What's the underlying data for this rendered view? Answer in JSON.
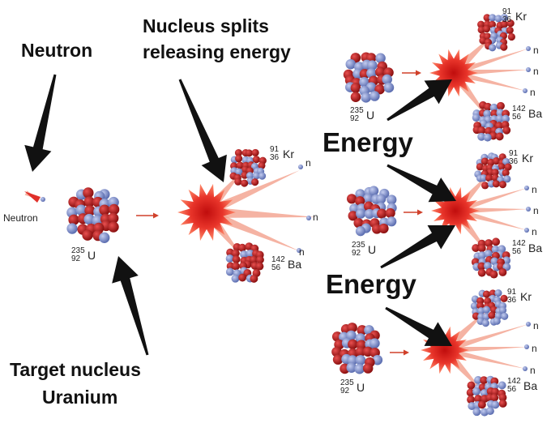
{
  "labels": {
    "neutron_callout": "Neutron",
    "splits_line1": "Nucleus splits",
    "splits_line2": "releasing energy",
    "target_line1": "Target nucleus",
    "target_line2": "Uranium",
    "energy_1": "Energy",
    "energy_2": "Energy",
    "neutron_small": "Neutron",
    "neutron_symbol": "n"
  },
  "isotopes": {
    "uranium": {
      "mass": "235",
      "number": "92",
      "symbol": "U"
    },
    "krypton": {
      "mass": "91",
      "number": "36",
      "symbol": "Kr"
    },
    "barium": {
      "mass": "142",
      "number": "56",
      "symbol": "Ba"
    }
  },
  "colors": {
    "proton": "#b01e1e",
    "neutron_particle": "#7e8fc9",
    "burst_core": "#d81818",
    "burst_edge": "#ff7a5c",
    "ray": "#f4a08a",
    "arrow": "#111111"
  }
}
